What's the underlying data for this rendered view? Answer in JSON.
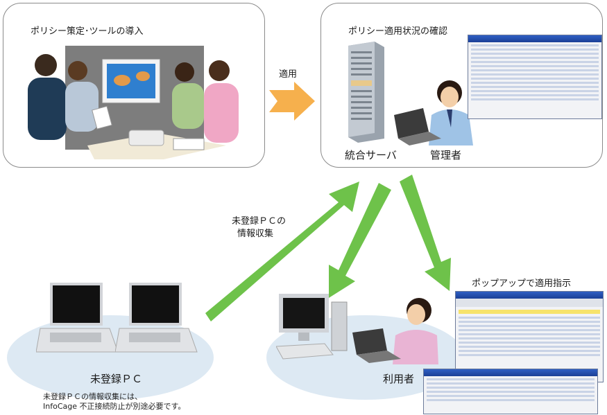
{
  "boxes": {
    "left_title": "ポリシー策定･ツールの導入",
    "right_title": "ポリシー適用状況の確認",
    "server_label": "統合サーバ",
    "admin_label": "管理者"
  },
  "arrows": {
    "apply_label": "適用",
    "collect_label_line1": "未登録ＰＣの",
    "collect_label_line2": "情報収集"
  },
  "groups": {
    "unregistered_label": "未登録ＰＣ",
    "unregistered_note_line1": "未登録ＰＣの情報収集には、",
    "unregistered_note_line2": "InfoCage 不正接続防止が別途必要です。",
    "user_label": "利用者",
    "popup_label": "ポップアップで適用指示"
  },
  "colors": {
    "green_arrow": "#6ec24a",
    "orange_arrow": "#f6b04d",
    "ellipse": "#dde9f3",
    "box_border": "#8a8a8a"
  }
}
